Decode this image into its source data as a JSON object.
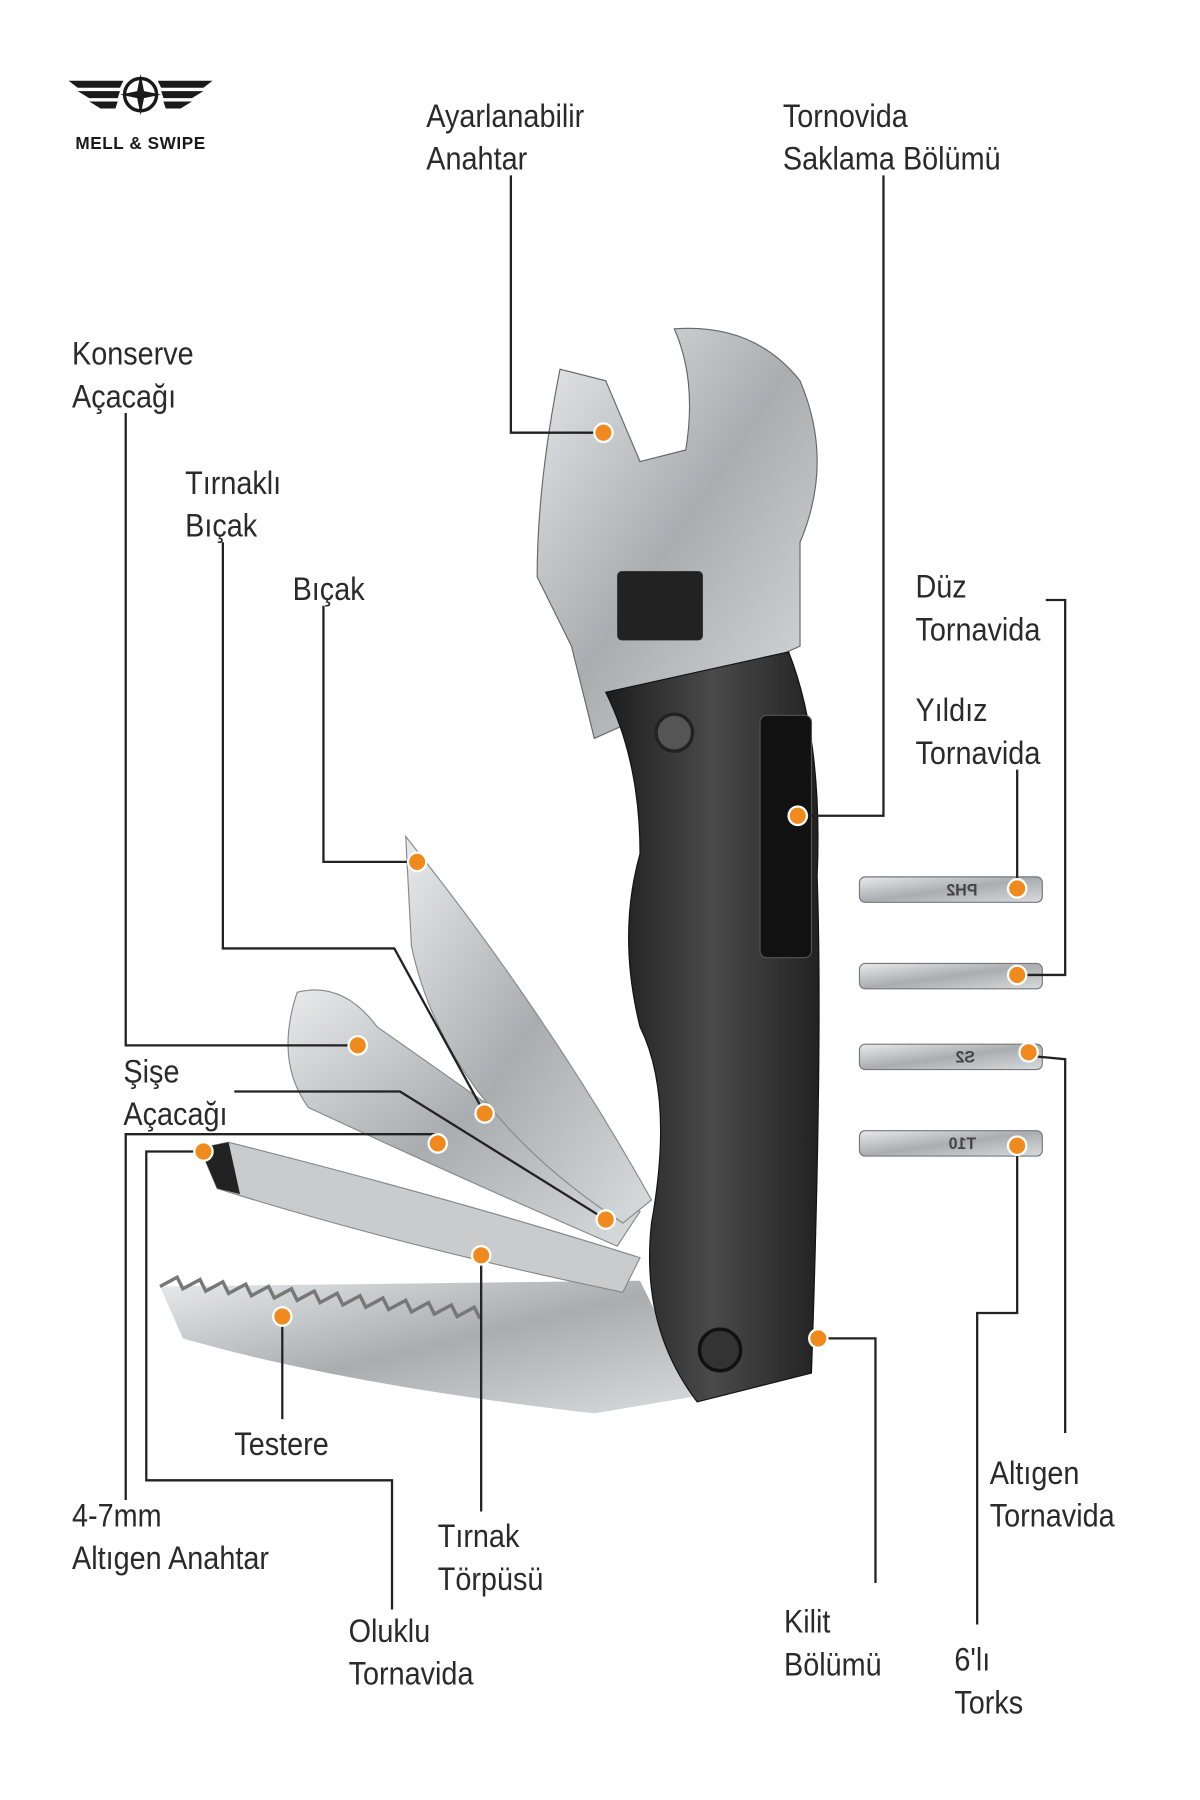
{
  "brand": {
    "name": "MELL & SWIPE"
  },
  "colors": {
    "dot": "#f08a1c",
    "line": "#222222",
    "handle": "#2b2b2b",
    "steel": "#bfc3c6"
  },
  "labels": {
    "adjustable_wrench": [
      "Ayarlanabilir",
      "Anahtar"
    ],
    "bit_storage": [
      "Tornovida",
      "Saklama Bölümü"
    ],
    "can_opener": [
      "Konserve",
      "Açacağı"
    ],
    "nail_knife": [
      "Tırnaklı",
      "Bıçak"
    ],
    "knife": [
      "Bıçak"
    ],
    "bottle_opener": [
      "Şişe",
      "Açacağı"
    ],
    "flat_screwdriver": [
      "Düz",
      "Tornavida"
    ],
    "phillips_screwdriver": [
      "Yıldız",
      "Tornavida"
    ],
    "saw": [
      "Testere"
    ],
    "hex_wrench": [
      "4-7mm",
      "Altıgen Anahtar"
    ],
    "nail_file": [
      "Tırnak",
      "Törpüsü"
    ],
    "slotted_screwdriver": [
      "Oluklu",
      "Tornavida"
    ],
    "lock": [
      "Kilit",
      "Bölümü"
    ],
    "hex_screwdriver": [
      "Altıgen",
      "Tornavida"
    ],
    "torx": [
      "6'lı",
      "Torks"
    ]
  },
  "bits": [
    "PH2",
    "",
    "S2",
    "T10"
  ]
}
